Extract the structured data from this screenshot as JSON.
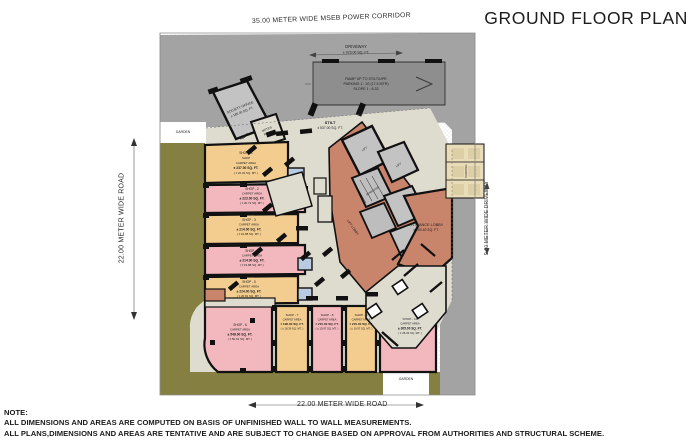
{
  "document": {
    "title": "GROUND FLOOR PLAN",
    "drawing_type": "architectural-floor-plan"
  },
  "site_dimensions": {
    "top": "35.00 METER WIDE MSEB POWER CORRIDOR",
    "bottom": "22.00 METER WIDE ROAD",
    "left": "22.00 METER WIDE ROAD",
    "right": "9.00 METER WIDE DRIVEWAY"
  },
  "notes": {
    "heading": "NOTE:",
    "lines": [
      "ALL DIMENSIONS AND AREAS ARE COMPUTED ON BASIS OF UNFINISHED WALL TO WALL MEASUREMENTS.",
      "ALL PLANS,DIMENSIONS AND AREAS ARE TENTATIVE AND ARE SUBJECT TO CHANGE BASED ON APPROVAL FROM AUTHORITIES AND STRUCTURAL SCHEME."
    ]
  },
  "site_labels": {
    "garden_west": "GARDEN",
    "garden_south": "GARDEN",
    "driveway": "DRIVEWAY",
    "driveway_area": "± 923.00 SQ. FT.",
    "ramp_line1": "RAMP UP TO STILT/UPR",
    "ramp_line2": "PARKING 1 : 10 (17.5 MTR)",
    "ramp_line3": "SLOPE  1 : 8.33",
    "stilt": "STILT",
    "stilt_area": "± 537.00 SQ. FT.",
    "entrance_lobby": "ENTRANCE LOBBY",
    "entrance_lobby_area": "± 259.40 SQ. FT.",
    "society_office": "SOCIETY OFFICE",
    "society_office_area": "± 185.00 SQ. FT.",
    "meter_room": "METER",
    "meter_room_area": "ROOM",
    "parking": "PARKING",
    "lift_lobby": "LIFT LOBBY",
    "staircase": "STAIRCASE",
    "lift_1": "LIFT",
    "lift_2": "LIFT"
  },
  "units_west": [
    {
      "name": "SHOP - 1",
      "type": "SHOP",
      "area_line1": "CARPET AREA",
      "area_line2": "± 237.00 SQ. FT.",
      "area_line3": "( ± 22.02 SQ. MT. )",
      "color": "#f3cd8f"
    },
    {
      "name": "SHOP - 2",
      "type": "SHOP",
      "area_line1": "CARPET AREA",
      "area_line2": "± 223.00 SQ. FT.",
      "area_line3": "( ± 20.72 SQ. MT. )",
      "color": "#f2b8bd"
    },
    {
      "name": "SHOP - 3",
      "type": "SHOP",
      "area_line1": "CARPET AREA",
      "area_line2": "± 214.00 SQ. FT.",
      "area_line3": "( ± 19.88 SQ. MT. )",
      "color": "#f3cd8f"
    },
    {
      "name": "SHOP - 4",
      "type": "SHOP",
      "area_line1": "CARPET AREA",
      "area_line2": "± 214.00 SQ. FT.",
      "area_line3": "( ± 19.88 SQ. MT. )",
      "color": "#f2b8bd"
    },
    {
      "name": "SHOP - 5",
      "type": "SHOP",
      "area_line1": "CARPET AREA",
      "area_line2": "± 224.00 SQ. FT.",
      "area_line3": "( ± 20.81 SQ. MT. )",
      "color": "#f3cd8f"
    }
  ],
  "units_south": [
    {
      "name": "SHOP - 6",
      "area_line1": "CARPET AREA",
      "area_line2": "± 548.00 SQ. FT.",
      "area_line3": "( ± 50.91 SQ. MT. )",
      "color": "#f2b8bd"
    },
    {
      "name": "SHOP - 7",
      "area_line1": "CARPET AREA",
      "area_line2": "± 198.00 SQ. FT.",
      "area_line3": "( ± 18.39 SQ. MT. )",
      "color": "#f3cd8f"
    },
    {
      "name": "SHOP - 8",
      "area_line1": "CARPET AREA",
      "area_line2": "± 215.00 SQ. FT.",
      "area_line3": "( ± 19.97 SQ. MT. )",
      "color": "#f2b8bd"
    },
    {
      "name": "SHOP - 9",
      "area_line1": "CARPET AREA",
      "area_line2": "± 215.00 SQ. FT.",
      "area_line3": "( ± 19.97 SQ. MT. )",
      "color": "#f3cd8f"
    },
    {
      "name": "SHOP - 10",
      "area_line1": "CARPET AREA",
      "area_line2": "± 305.00 SQ. FT.",
      "area_line3": "( ± 28.33 SQ. MT. )",
      "color": "#f2b8bd"
    }
  ],
  "palette": {
    "power_corridor": "#a3a3a3",
    "garden": "#857f41",
    "podium": "#dedbcf",
    "lobby_brick": "#c9846c",
    "unit_tan": "#f3cd8f",
    "unit_pink": "#f2b8bd",
    "core_gray": "#c3c3c3",
    "parking_beige": "#e9dcb8",
    "paper_white": "#ffffff",
    "wall_black": "#111111",
    "text_dark": "#1d1d1d"
  }
}
